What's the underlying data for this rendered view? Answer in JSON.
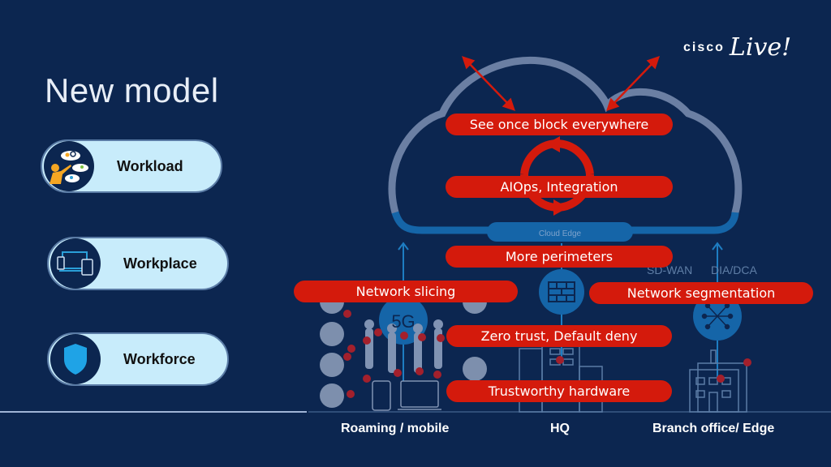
{
  "slide": {
    "title": "New model",
    "logo": {
      "brand": "cisco",
      "event": "Live!"
    }
  },
  "pillars": [
    {
      "label": "Workload",
      "icon": "cloud-workload-icon"
    },
    {
      "label": "Workplace",
      "icon": "devices-icon"
    },
    {
      "label": "Workforce",
      "icon": "shield-icon"
    }
  ],
  "diagram": {
    "cloud_edge_label": "Cloud Edge",
    "sdwan_label": "SD-WAN",
    "dia_label": "DIA/DCA",
    "fiveg_label": "5G",
    "bars": [
      "See once block everywhere",
      "AIOps, Integration",
      "More perimeters",
      "Network slicing",
      "Network segmentation",
      "Zero trust, Default deny",
      "Trustworthy hardware"
    ],
    "locations": [
      "Roaming / mobile",
      "HQ",
      "Branch office/ Edge"
    ]
  },
  "colors": {
    "background": "#0c2650",
    "accent_red": "#d41a0c",
    "pill_fill": "#c8ecfb",
    "cloud_outline": "#6b7fa3",
    "network_blue": "#1565a8"
  }
}
